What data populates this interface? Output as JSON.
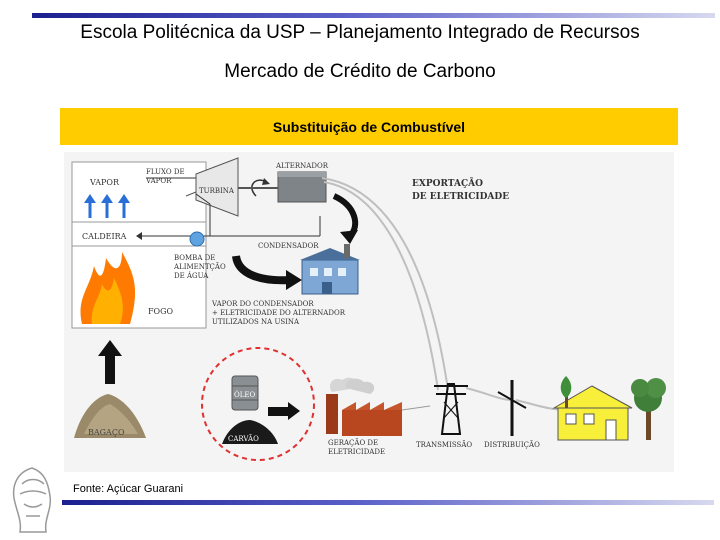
{
  "header": {
    "title": "Escola Politécnica da USP – Planejamento Integrado de Recursos",
    "subtitle": "Mercado de Crédito de Carbono"
  },
  "band": {
    "label": "Substituição de Combustível"
  },
  "diagram": {
    "labels": {
      "vapor": "VAPOR",
      "fluxo_vapor_1": "FLUXO DE",
      "fluxo_vapor_2": "VAPOR",
      "turbina": "TURBINA",
      "alternador": "ALTERNADOR",
      "exportacao_1": "EXPORTAÇÃO",
      "exportacao_2": "DE ELETRICIDADE",
      "caldeira": "CALDEIRA",
      "condensador": "CONDENSADOR",
      "bomba_1": "BOMBA DE",
      "bomba_2": "ALIMENTÇÃO",
      "bomba_3": "DE ÁGUA",
      "fogo": "FOGO",
      "vapor_cond_1": "VAPOR DO CONDENSADOR",
      "vapor_cond_2": "+ ELETRICIDADE DO ALTERNADOR",
      "vapor_cond_3": "UTILIZADOS NA USINA",
      "oleo": "ÓLEO",
      "bagaco": "BAGAÇO",
      "carvao": "CARVÃO",
      "geracao_1": "GERAÇÃO DE",
      "geracao_2": "ELETRICIDADE",
      "transmissao": "TRANSMISSÃO",
      "distribuicao": "DISTRIBUIÇÃO"
    }
  },
  "footer": {
    "source": "Fonte: Açúcar Guarani"
  },
  "colors": {
    "band": "#ffcc00",
    "bar_dark": "#1b1f8f",
    "bar_light": "#d7d9ef",
    "fire": "#ff6a00",
    "house": "#f7ef3a"
  },
  "icons": [
    "blue-arrow-icon",
    "fire-icon",
    "black-up-arrow-icon",
    "bagasse-pile-icon",
    "oil-barrel-icon",
    "coal-pile-icon",
    "turbine-icon",
    "alternator-icon",
    "pump-icon",
    "condenser-building-icon",
    "power-plant-icon",
    "transmission-tower-icon",
    "distribution-pole-icon",
    "house-icon",
    "tree-icon",
    "poli-logo-icon"
  ]
}
